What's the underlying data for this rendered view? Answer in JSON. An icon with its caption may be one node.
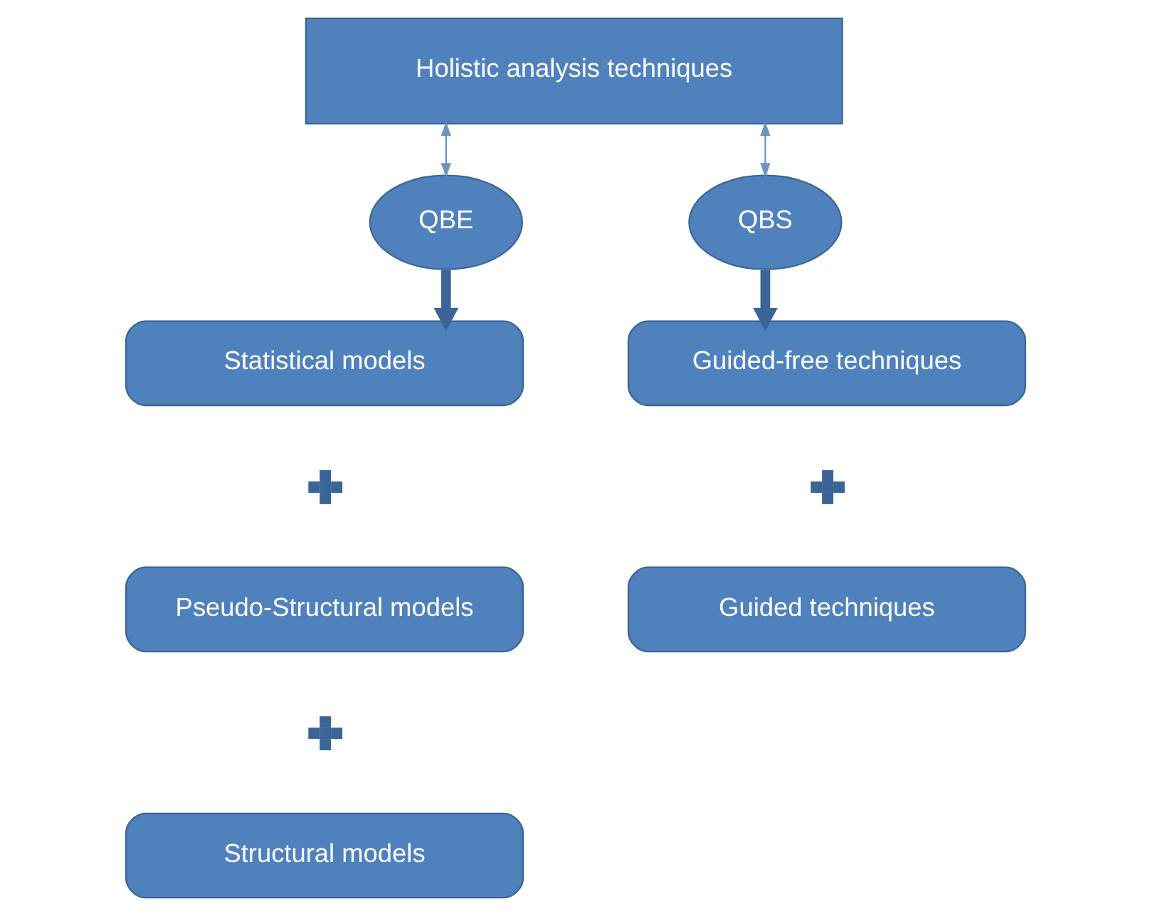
{
  "diagram": {
    "nodes": [
      {
        "text": [
          "Holistic analysis techniques"
        ]
      },
      {
        "text": [
          "QBE"
        ]
      },
      {
        "text": [
          "QBS"
        ]
      },
      {
        "text": [
          "Statistical models"
        ]
      },
      {
        "text": [],
        "shape": "plus"
      },
      {
        "text": [
          "Pseudo-Structural models"
        ]
      },
      {
        "text": [],
        "shape": "plus"
      },
      {
        "text": [
          "Structural models"
        ]
      },
      {
        "text": [
          "Guided-free techniques"
        ]
      },
      {
        "text": [],
        "shape": "plus"
      },
      {
        "text": [
          "Guided techniques"
        ]
      }
    ],
    "edges": [
      {
        "from": 0,
        "to": 1,
        "arrow": "both"
      },
      {
        "from": 0,
        "to": 2,
        "arrow": "both"
      },
      {
        "from": 1,
        "to": 3,
        "arrow": "to",
        "style": "thick"
      },
      {
        "from": 2,
        "to": 8,
        "arrow": "to",
        "style": "thick"
      }
    ]
  }
}
